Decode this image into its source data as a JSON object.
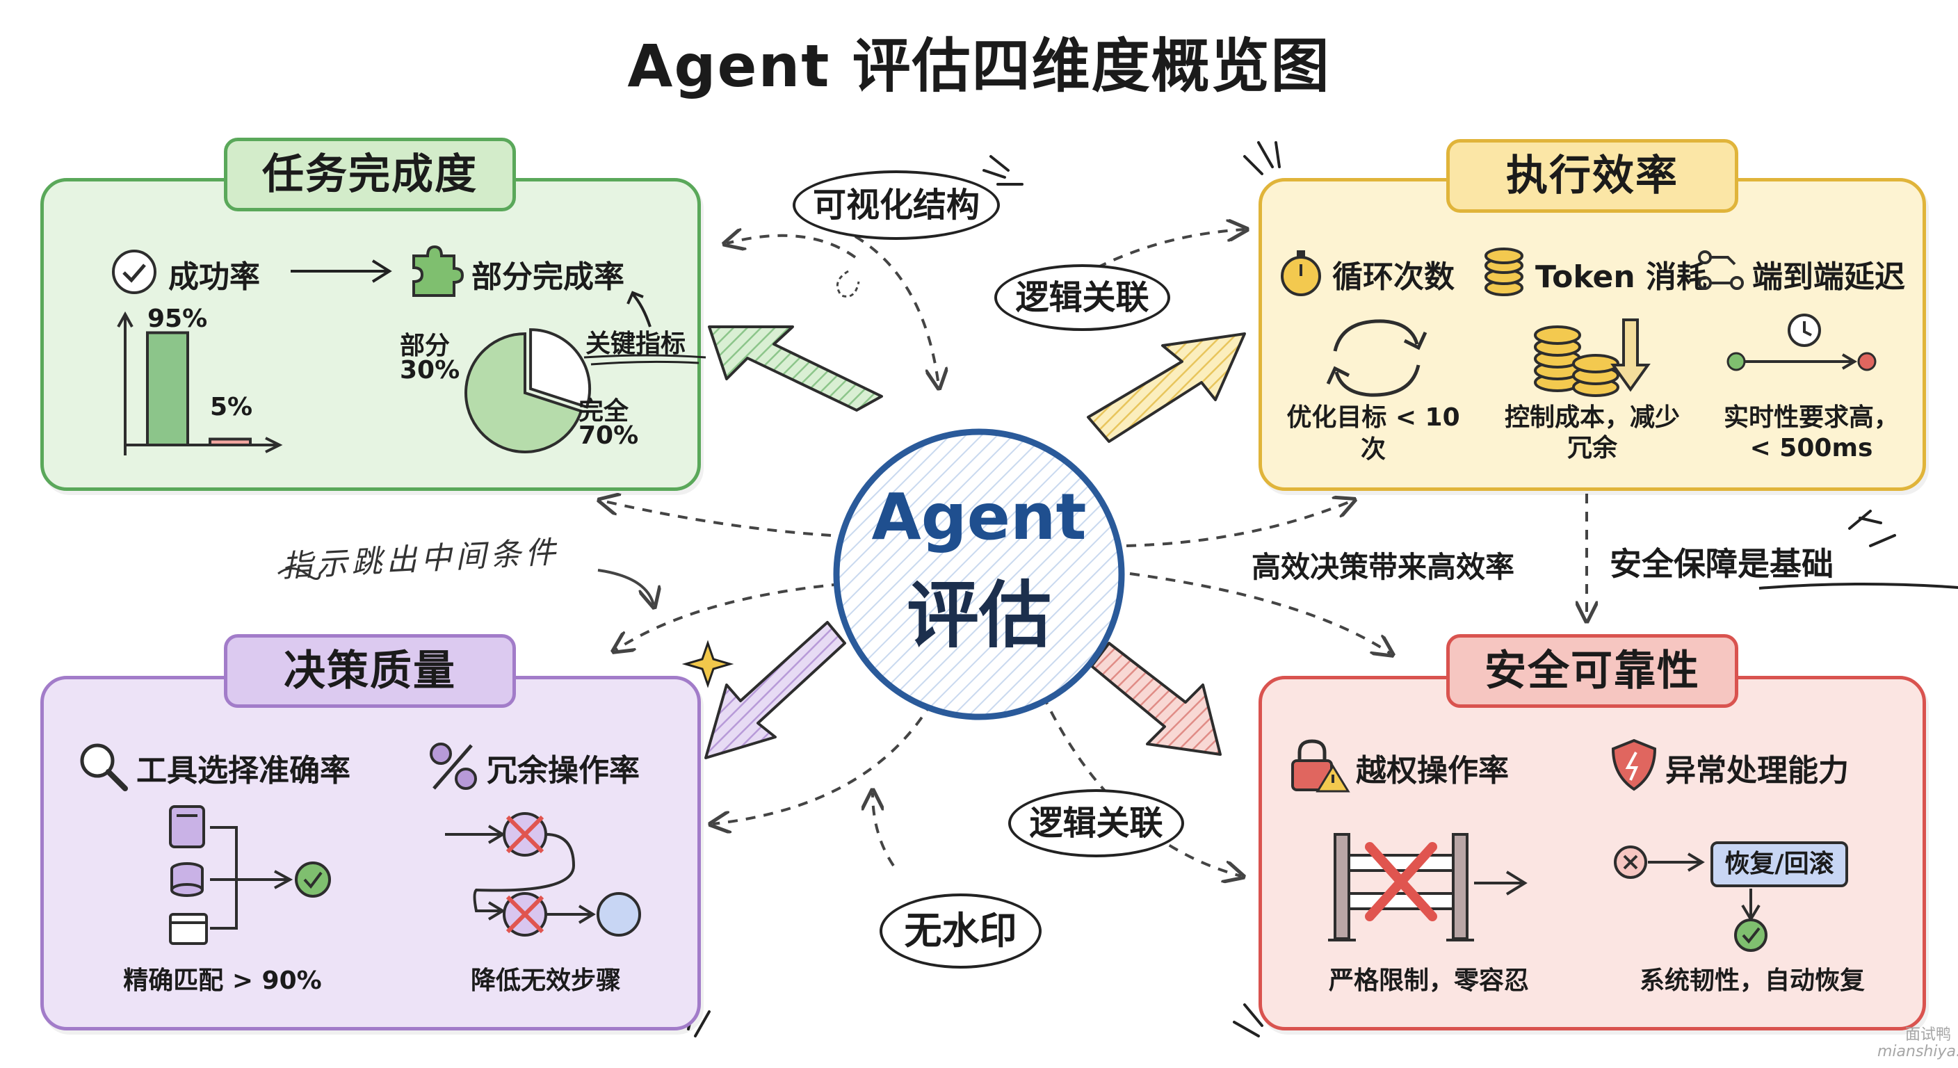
{
  "title": "Agent 评估四维度概览图",
  "center": {
    "line1": "Agent",
    "line2": "评估"
  },
  "bubbles": {
    "visual_structure": "可视化结构",
    "logic_link_top": "逻辑关联",
    "logic_link_bottom": "逻辑关联",
    "no_watermark": "无水印"
  },
  "handwritten_note": "指示跳出中间条件",
  "connector_labels": {
    "efficiency": "高效决策带来高效率",
    "safety_base": "安全保障是基础"
  },
  "task_completion": {
    "title": "任务完成度",
    "success_rate": "成功率",
    "partial_rate": "部分完成率",
    "key_metric": "关键指标",
    "bar_chart": {
      "success_label": "95%",
      "fail_label": "5%",
      "values": [
        95,
        5
      ]
    },
    "pie": {
      "partial_label": "部分\n30%",
      "complete_label": "完全\n70%",
      "partial_line1": "部分",
      "partial_line2": "30%",
      "complete_line1": "完全",
      "complete_line2": "70%",
      "values": [
        30,
        70
      ]
    }
  },
  "efficiency": {
    "title": "执行效率",
    "loop_count": "循环次数",
    "token_cost": "Token 消耗",
    "latency": "端到端延迟",
    "loop_caption": "优化目标 < 10次",
    "token_caption_1": "控制成本，减少",
    "token_caption_2": "冗余",
    "latency_caption_1": "实时性要求高，",
    "latency_caption_2": "< 500ms"
  },
  "decision_quality": {
    "title": "决策质量",
    "tool_accuracy": "工具选择准确率",
    "redundancy": "冗余操作率",
    "tool_caption": "精确匹配 > 90%",
    "redundancy_caption": "降低无效步骤"
  },
  "safety": {
    "title": "安全可靠性",
    "privilege": "越权操作率",
    "exception": "异常处理能力",
    "recover_label": "恢复/回滚",
    "privilege_caption": "严格限制，零容忍",
    "exception_caption": "系统韧性，自动恢复"
  },
  "watermark": {
    "line1": "面试鸭",
    "line2": "mianshiya.com"
  },
  "colors": {
    "green": "#5aa85a",
    "green_bg": "#e4f3e1",
    "yellow": "#e0b43a",
    "yellow_bg": "#fdf3d2",
    "purple": "#a27cc9",
    "purple_bg": "#ece2f6",
    "red": "#d9534f",
    "red_bg": "#fbe4e1",
    "center_blue": "#2a5a9a"
  }
}
